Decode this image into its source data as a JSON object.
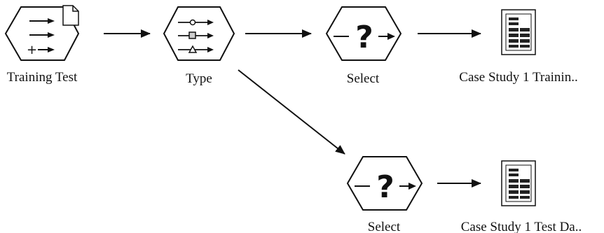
{
  "nodes": [
    {
      "id": "training-test",
      "label": "Training Test",
      "icon": "merge-hexagon-icon"
    },
    {
      "id": "type",
      "label": "Type",
      "icon": "type-hexagon-icon"
    },
    {
      "id": "select-1",
      "label": "Select",
      "icon": "select-hexagon-icon"
    },
    {
      "id": "table-1",
      "label": "Case Study 1 Trainin..",
      "icon": "table-output-icon"
    },
    {
      "id": "select-2",
      "label": "Select",
      "icon": "select-hexagon-icon"
    },
    {
      "id": "table-2",
      "label": "Case Study 1 Test Da..",
      "icon": "table-output-icon"
    }
  ],
  "edges": [
    {
      "from": "training-test",
      "to": "type"
    },
    {
      "from": "type",
      "to": "select-1"
    },
    {
      "from": "select-1",
      "to": "table-1"
    },
    {
      "from": "type",
      "to": "select-2"
    },
    {
      "from": "select-2",
      "to": "table-2"
    }
  ]
}
